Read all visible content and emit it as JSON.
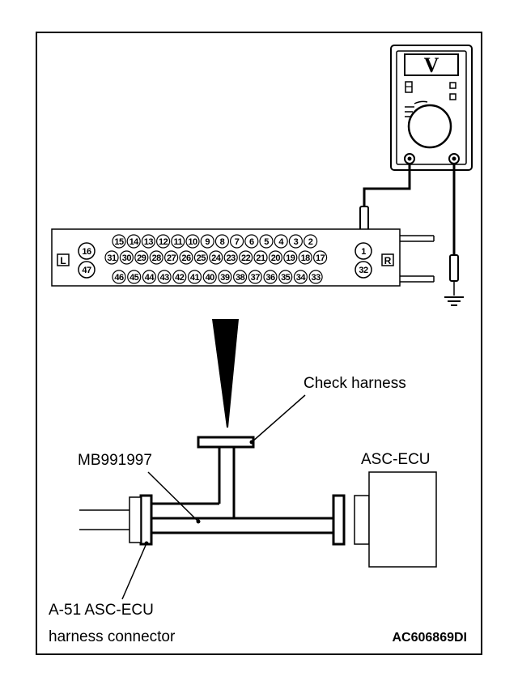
{
  "meter": {
    "display": "V"
  },
  "connector_pins": {
    "top_row": [
      "15",
      "14",
      "13",
      "12",
      "11",
      "10",
      "9",
      "8",
      "7",
      "6",
      "5",
      "4",
      "3",
      "2"
    ],
    "middle_row": [
      "31",
      "30",
      "29",
      "28",
      "27",
      "26",
      "25",
      "24",
      "23",
      "22",
      "21",
      "20",
      "19",
      "18",
      "17"
    ],
    "bottom_row": [
      "46",
      "45",
      "44",
      "43",
      "42",
      "41",
      "40",
      "39",
      "38",
      "37",
      "36",
      "35",
      "34",
      "33"
    ],
    "left_top": "16",
    "left_bottom": "47",
    "right_top": "1",
    "right_bottom": "32",
    "left_side": "L",
    "right_side": "R"
  },
  "labels": {
    "check_harness": "Check harness",
    "tool": "MB991997",
    "ecu": "ASC-ECU",
    "connector_line1": "A-51 ASC-ECU",
    "connector_line2": "harness connector",
    "figure_code": "AC606869DI"
  }
}
